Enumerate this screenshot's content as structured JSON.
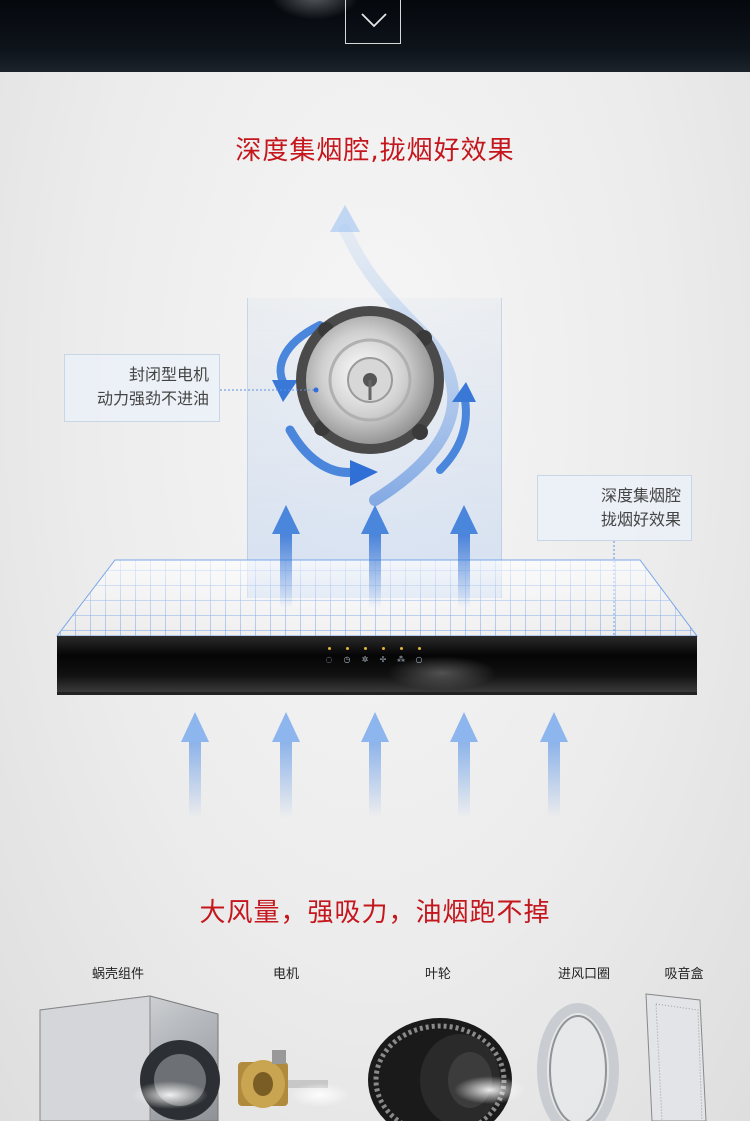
{
  "header": {
    "chevron_icon": "chevron-down-icon"
  },
  "section1": {
    "headline": "深度集烟腔,拢烟好效果",
    "callout_motor": [
      "封闭型电机",
      "动力强劲不进油"
    ],
    "callout_chamber": [
      "深度集烟腔",
      "拢烟好效果"
    ],
    "control_icons": [
      "power-icon",
      "timer-icon",
      "gear-icon",
      "fan-icon",
      "light-icon",
      "power-off-icon"
    ]
  },
  "section2": {
    "headline": "大风量，强吸力，油烟跑不掉",
    "parts": [
      {
        "label": "蜗壳组件"
      },
      {
        "label": "电机"
      },
      {
        "label": "叶轮"
      },
      {
        "label": "进风口圈"
      },
      {
        "label": "吸音盒"
      }
    ]
  },
  "colors": {
    "accent_red": "#c4161c",
    "arrow_blue": "#3a78d8",
    "grid_blue": "#5b8fe0"
  }
}
